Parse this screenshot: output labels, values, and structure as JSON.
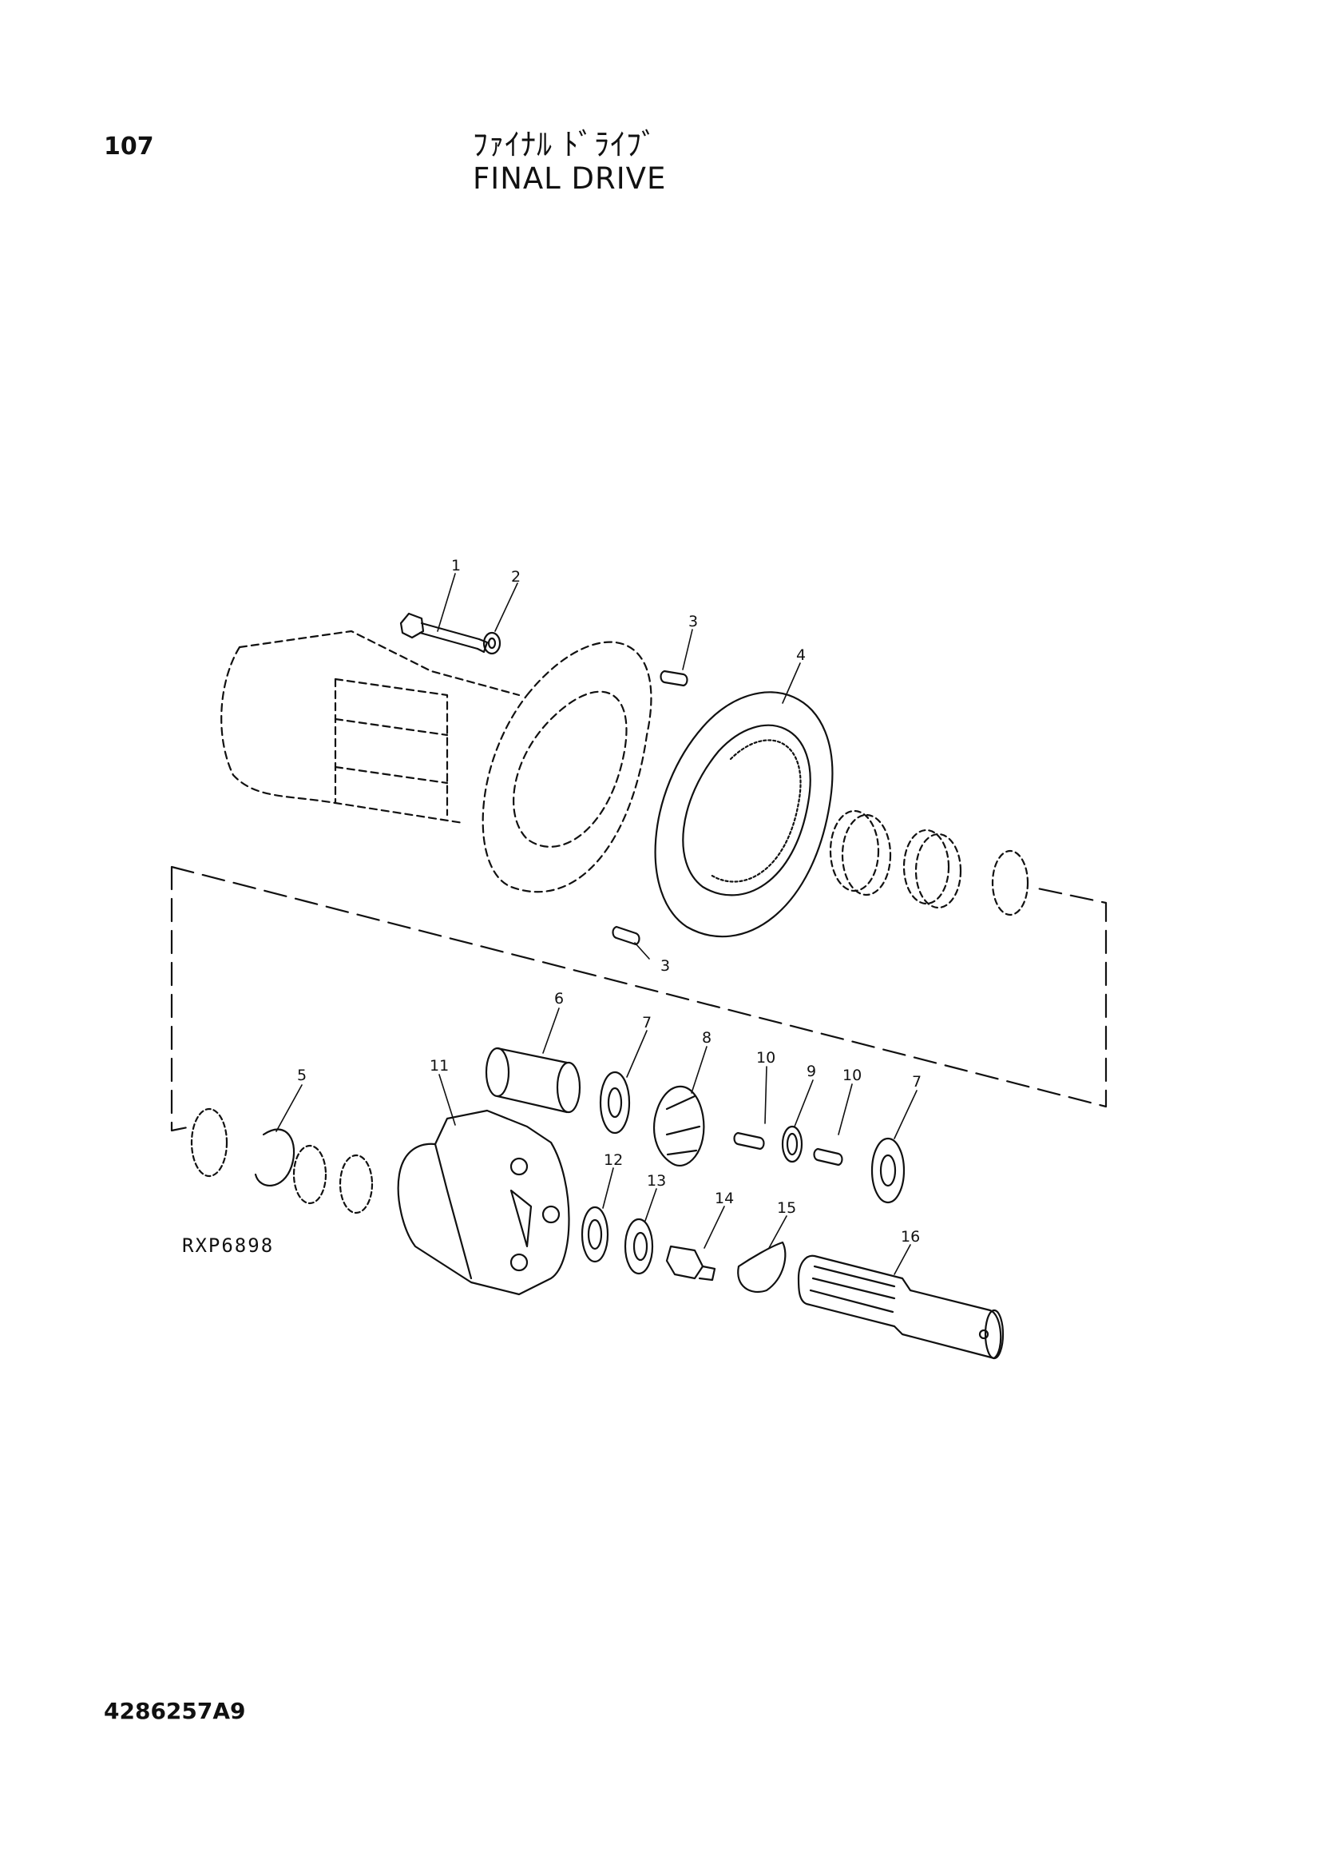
{
  "header": {
    "page_number": "107",
    "title_jp": "ﾌｧｲﾅﾙ ﾄﾞﾗｲﾌﾞ",
    "title_en": "FINAL DRIVE"
  },
  "diagram": {
    "drawing_code": "RXP6898",
    "callouts": [
      {
        "id": "c1",
        "label": "1"
      },
      {
        "id": "c2",
        "label": "2"
      },
      {
        "id": "c3a",
        "label": "3"
      },
      {
        "id": "c3b",
        "label": "3"
      },
      {
        "id": "c4",
        "label": "4"
      },
      {
        "id": "c5",
        "label": "5"
      },
      {
        "id": "c6",
        "label": "6"
      },
      {
        "id": "c7a",
        "label": "7"
      },
      {
        "id": "c7b",
        "label": "7"
      },
      {
        "id": "c8",
        "label": "8"
      },
      {
        "id": "c9",
        "label": "9"
      },
      {
        "id": "c10a",
        "label": "10"
      },
      {
        "id": "c10b",
        "label": "10"
      },
      {
        "id": "c11",
        "label": "11"
      },
      {
        "id": "c12",
        "label": "12"
      },
      {
        "id": "c13",
        "label": "13"
      },
      {
        "id": "c14",
        "label": "14"
      },
      {
        "id": "c15",
        "label": "15"
      },
      {
        "id": "c16",
        "label": "16"
      }
    ]
  },
  "footer": {
    "document_number": "4286257A9"
  }
}
